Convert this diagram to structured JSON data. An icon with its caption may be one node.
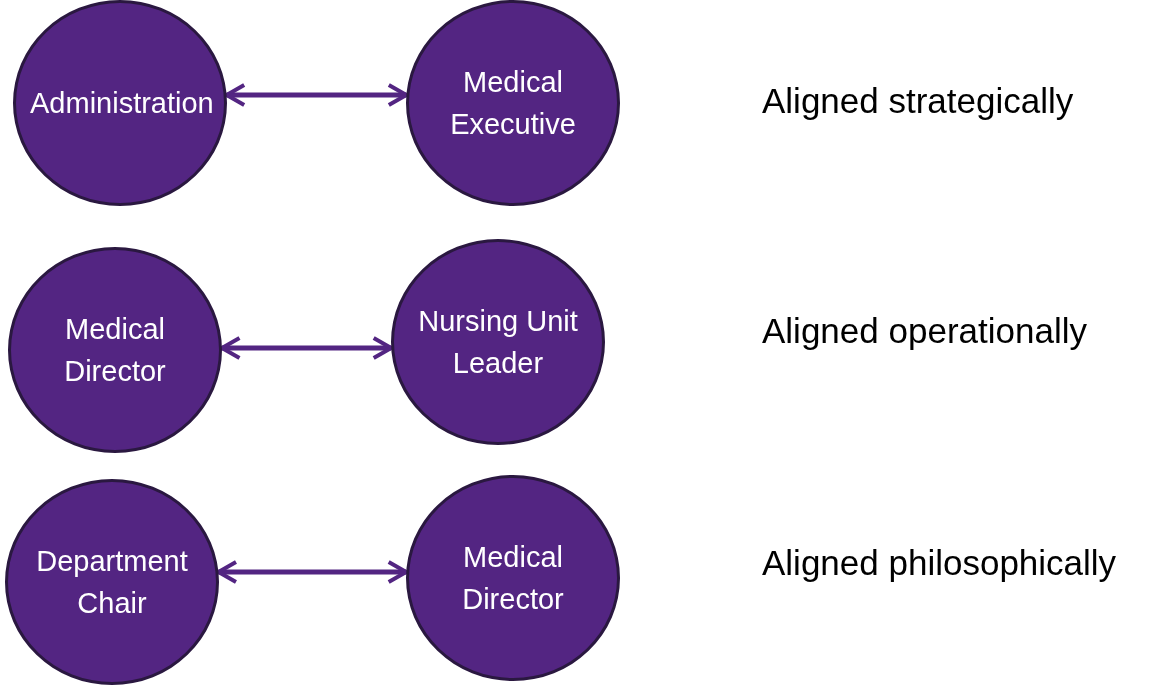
{
  "diagram": {
    "nodes": [
      {
        "text": [
          "Administration"
        ]
      },
      {
        "text": [
          "Medical Executive"
        ]
      },
      {
        "text": [
          "Medical Director"
        ]
      },
      {
        "text": [
          "Nursing Unit Leader"
        ]
      },
      {
        "text": [
          "Department Chair"
        ]
      },
      {
        "text": [
          "Medical Director"
        ]
      }
    ],
    "edges": [
      {
        "from": 0,
        "to": 1,
        "arrow": "both"
      },
      {
        "from": 2,
        "to": 3,
        "arrow": "both"
      },
      {
        "from": 4,
        "to": 5,
        "arrow": "both"
      }
    ],
    "labels": [
      "Aligned strategically",
      "Aligned operationally",
      "Aligned philosophically"
    ]
  }
}
